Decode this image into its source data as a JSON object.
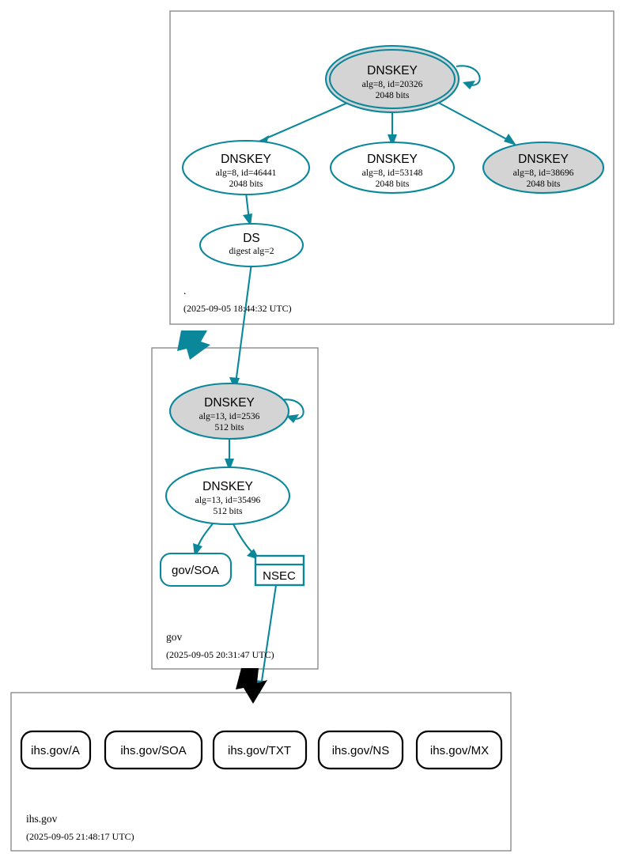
{
  "diagram": {
    "title": "DNSSEC authentication chain for ihs.gov",
    "colors": {
      "secure_teal": "#0a879b",
      "node_shaded": "#d4d4d4",
      "node_plain": "#ffffff",
      "zone_border": "#8c8c8c",
      "rr_border": "#000000"
    }
  },
  "zones": [
    {
      "id": "root",
      "name": ".",
      "timestamp": "(2025-09-05 18:44:32 UTC)",
      "nodes": [
        {
          "id": "root-ksk-20326",
          "type": "DNSKEY",
          "title": "DNSKEY",
          "line2": "alg=8, id=20326",
          "line3": "2048 bits",
          "fill": "shaded",
          "trust_anchor": true,
          "self_signed": true
        },
        {
          "id": "root-zsk-46441",
          "type": "DNSKEY",
          "title": "DNSKEY",
          "line2": "alg=8, id=46441",
          "line3": "2048 bits",
          "fill": "plain",
          "trust_anchor": false,
          "self_signed": false
        },
        {
          "id": "root-zsk-53148",
          "type": "DNSKEY",
          "title": "DNSKEY",
          "line2": "alg=8, id=53148",
          "line3": "2048 bits",
          "fill": "plain",
          "trust_anchor": false,
          "self_signed": false
        },
        {
          "id": "root-zsk-38696",
          "type": "DNSKEY",
          "title": "DNSKEY",
          "line2": "alg=8, id=38696",
          "line3": "2048 bits",
          "fill": "shaded",
          "trust_anchor": false,
          "self_signed": false
        },
        {
          "id": "root-ds-gov",
          "type": "DS",
          "title": "DS",
          "line2": "digest alg=2",
          "line3": "",
          "fill": "plain",
          "trust_anchor": false,
          "self_signed": false
        }
      ]
    },
    {
      "id": "gov",
      "name": "gov",
      "timestamp": "(2025-09-05 20:31:47 UTC)",
      "nodes": [
        {
          "id": "gov-ksk-2536",
          "type": "DNSKEY",
          "title": "DNSKEY",
          "line2": "alg=13, id=2536",
          "line3": "512 bits",
          "fill": "shaded",
          "trust_anchor": false,
          "self_signed": true
        },
        {
          "id": "gov-zsk-35496",
          "type": "DNSKEY",
          "title": "DNSKEY",
          "line2": "alg=13, id=35496",
          "line3": "512 bits",
          "fill": "plain",
          "trust_anchor": false,
          "self_signed": false
        },
        {
          "id": "gov-soa",
          "type": "RRset",
          "title": "gov/SOA",
          "line2": "",
          "line3": "",
          "fill": "plain",
          "trust_anchor": false,
          "self_signed": false
        },
        {
          "id": "gov-nsec",
          "type": "NSEC",
          "title": "NSEC",
          "line2": "",
          "line3": "",
          "fill": "plain",
          "trust_anchor": false,
          "self_signed": false
        }
      ]
    },
    {
      "id": "ihsgov",
      "name": "ihs.gov",
      "timestamp": "(2025-09-05 21:48:17 UTC)",
      "nodes": [
        {
          "id": "ihsgov-a",
          "type": "RRset",
          "title": "ihs.gov/A",
          "line2": "",
          "line3": "",
          "fill": "plain",
          "trust_anchor": false,
          "self_signed": false
        },
        {
          "id": "ihsgov-soa",
          "type": "RRset",
          "title": "ihs.gov/SOA",
          "line2": "",
          "line3": "",
          "fill": "plain",
          "trust_anchor": false,
          "self_signed": false
        },
        {
          "id": "ihsgov-txt",
          "type": "RRset",
          "title": "ihs.gov/TXT",
          "line2": "",
          "line3": "",
          "fill": "plain",
          "trust_anchor": false,
          "self_signed": false
        },
        {
          "id": "ihsgov-ns",
          "type": "RRset",
          "title": "ihs.gov/NS",
          "line2": "",
          "line3": "",
          "fill": "plain",
          "trust_anchor": false,
          "self_signed": false
        },
        {
          "id": "ihsgov-mx",
          "type": "RRset",
          "title": "ihs.gov/MX",
          "line2": "",
          "line3": "",
          "fill": "plain",
          "trust_anchor": false,
          "self_signed": false
        }
      ]
    }
  ]
}
